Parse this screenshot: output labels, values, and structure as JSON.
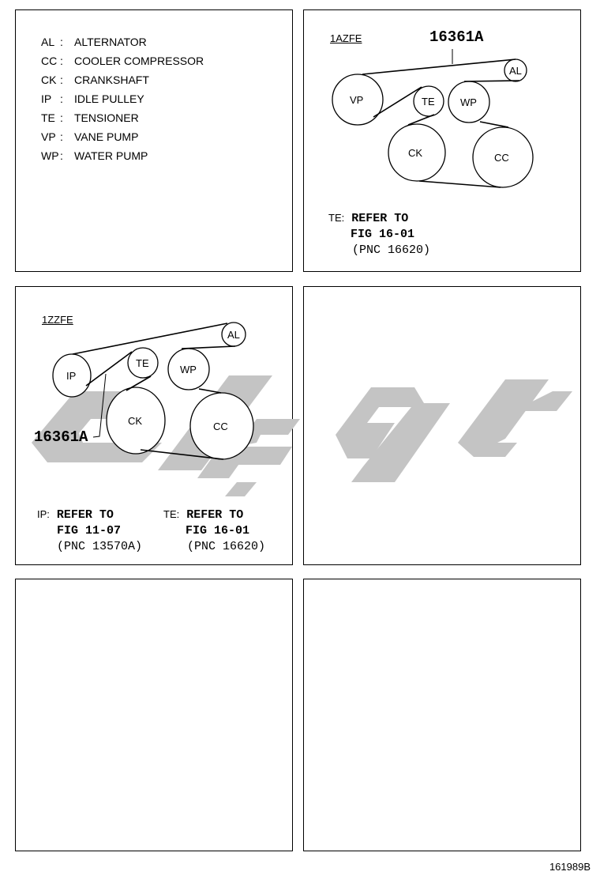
{
  "legend": {
    "items": [
      {
        "code": "AL",
        "name": "ALTERNATOR"
      },
      {
        "code": "CC",
        "name": "COOLER COMPRESSOR"
      },
      {
        "code": "CK",
        "name": "CRANKSHAFT"
      },
      {
        "code": "IP",
        "name": "IDLE PULLEY"
      },
      {
        "code": "TE",
        "name": "TENSIONER"
      },
      {
        "code": "VP",
        "name": "VANE PUMP"
      },
      {
        "code": "WP",
        "name": "WATER PUMP"
      }
    ],
    "separator": ":"
  },
  "diagram_1azfe": {
    "engine": "1AZFE",
    "part_number": "16361A",
    "pulleys": {
      "vp": "VP",
      "te": "TE",
      "wp": "WP",
      "al": "AL",
      "ck": "CK",
      "cc": "CC"
    },
    "note": {
      "prefix": "TE:",
      "line1": "REFER TO",
      "line2": "FIG 16-01",
      "line3": "(PNC 16620)"
    }
  },
  "diagram_1zzfe": {
    "engine": "1ZZFE",
    "part_number": "16361A",
    "pulleys": {
      "ip": "IP",
      "te": "TE",
      "wp": "WP",
      "al": "AL",
      "ck": "CK",
      "cc": "CC"
    },
    "note_ip": {
      "prefix": "IP:",
      "line1": "REFER TO",
      "line2": "FIG 11-07",
      "line3": "(PNC 13570A)"
    },
    "note_te": {
      "prefix": "TE:",
      "line1": "REFER TO",
      "line2": "FIG 16-01",
      "line3": "(PNC 16620)"
    }
  },
  "figure_id": "161989B",
  "watermark_color": "#c4c4c4"
}
